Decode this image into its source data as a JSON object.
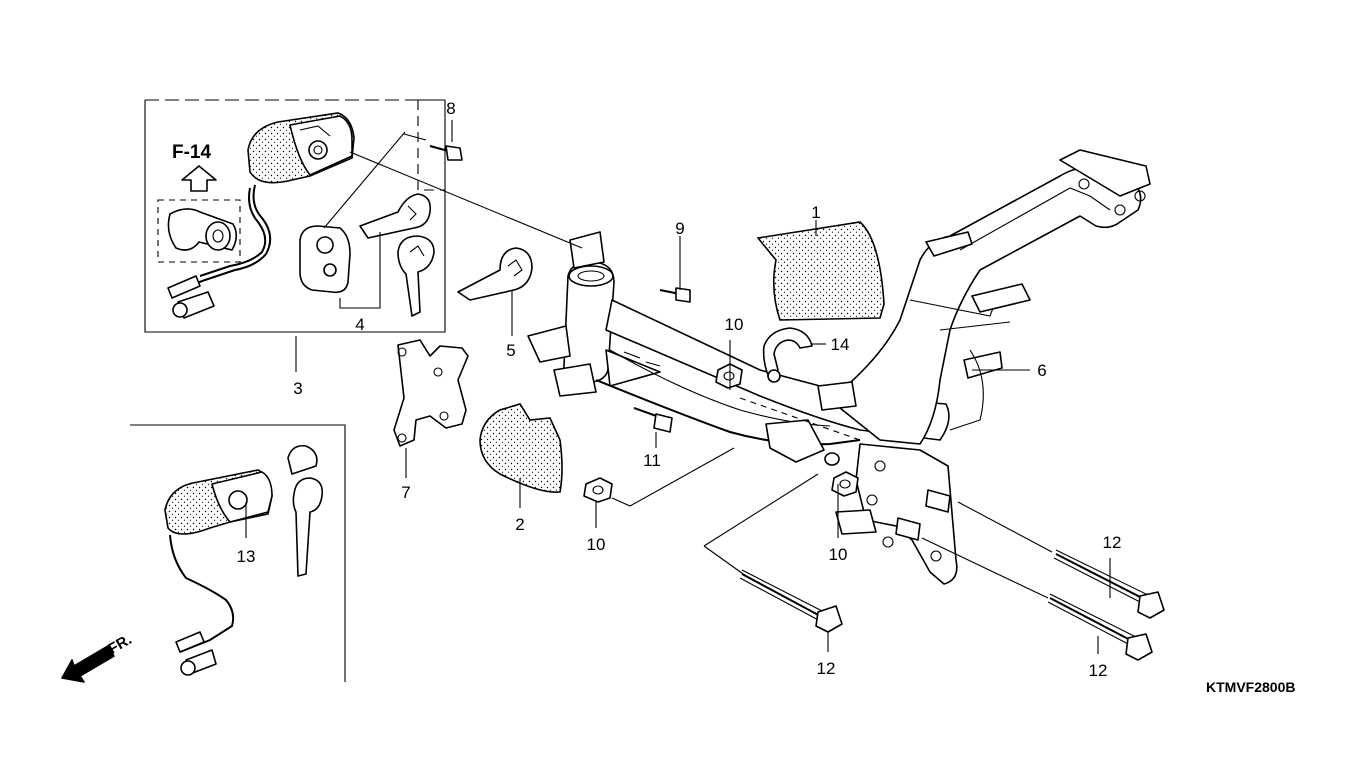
{
  "diagram": {
    "code": "KTMVF2800B",
    "ref_label": "F-14",
    "front_label": "FR.",
    "callouts": [
      {
        "id": "c1",
        "text": "1"
      },
      {
        "id": "c2",
        "text": "2"
      },
      {
        "id": "c3",
        "text": "3"
      },
      {
        "id": "c4",
        "text": "4"
      },
      {
        "id": "c5",
        "text": "5"
      },
      {
        "id": "c6",
        "text": "6"
      },
      {
        "id": "c7",
        "text": "7"
      },
      {
        "id": "c8",
        "text": "8"
      },
      {
        "id": "c9",
        "text": "9"
      },
      {
        "id": "c10a",
        "text": "10"
      },
      {
        "id": "c10b",
        "text": "10"
      },
      {
        "id": "c10c",
        "text": "10"
      },
      {
        "id": "c11",
        "text": "11"
      },
      {
        "id": "c12a",
        "text": "12"
      },
      {
        "id": "c12b",
        "text": "12"
      },
      {
        "id": "c12c",
        "text": "12"
      },
      {
        "id": "c13",
        "text": "13"
      },
      {
        "id": "c14",
        "text": "14"
      }
    ]
  }
}
